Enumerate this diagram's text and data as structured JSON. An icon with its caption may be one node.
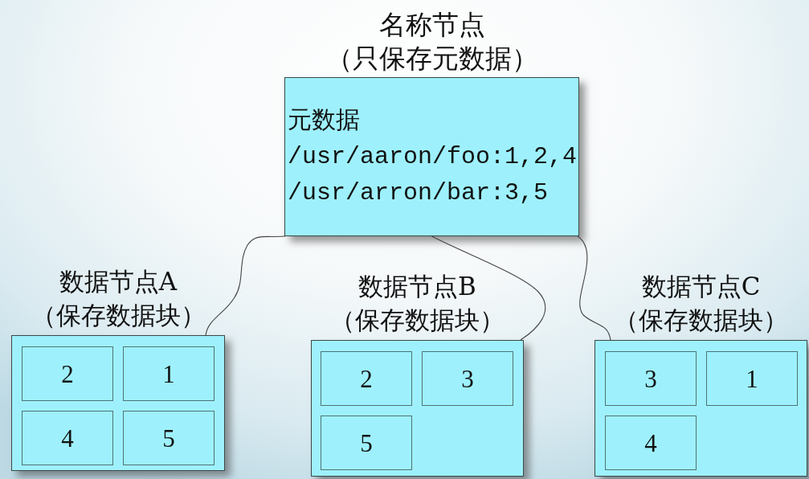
{
  "diagram": {
    "nodes": [
      {
        "text": [
          "名称节点",
          "（只保存元数据）",
          "元数据",
          "/usr/aaron/foo:1,2,4",
          "/usr/arron/bar:3,5"
        ]
      },
      {
        "text": [
          "数据节点A",
          "（保存数据块）"
        ]
      },
      {
        "text": [
          "2"
        ],
        "in": 1
      },
      {
        "text": [
          "1"
        ],
        "in": 1
      },
      {
        "text": [
          "4"
        ],
        "in": 1
      },
      {
        "text": [
          "5"
        ],
        "in": 1
      },
      {
        "text": [
          "数据节点B",
          "（保存数据块）"
        ]
      },
      {
        "text": [
          "2"
        ],
        "in": 6
      },
      {
        "text": [
          "3"
        ],
        "in": 6
      },
      {
        "text": [
          "5"
        ],
        "in": 6
      },
      {
        "text": [
          "数据节点C",
          "（保存数据块）"
        ]
      },
      {
        "text": [
          "3"
        ],
        "in": 10
      },
      {
        "text": [
          "1"
        ],
        "in": 10
      },
      {
        "text": [
          "4"
        ],
        "in": 10
      }
    ],
    "edges": [
      {
        "from": 0,
        "to": 1,
        "arrow": "none"
      },
      {
        "from": 0,
        "to": 6,
        "arrow": "none"
      },
      {
        "from": 0,
        "to": 10,
        "arrow": "none"
      }
    ]
  }
}
